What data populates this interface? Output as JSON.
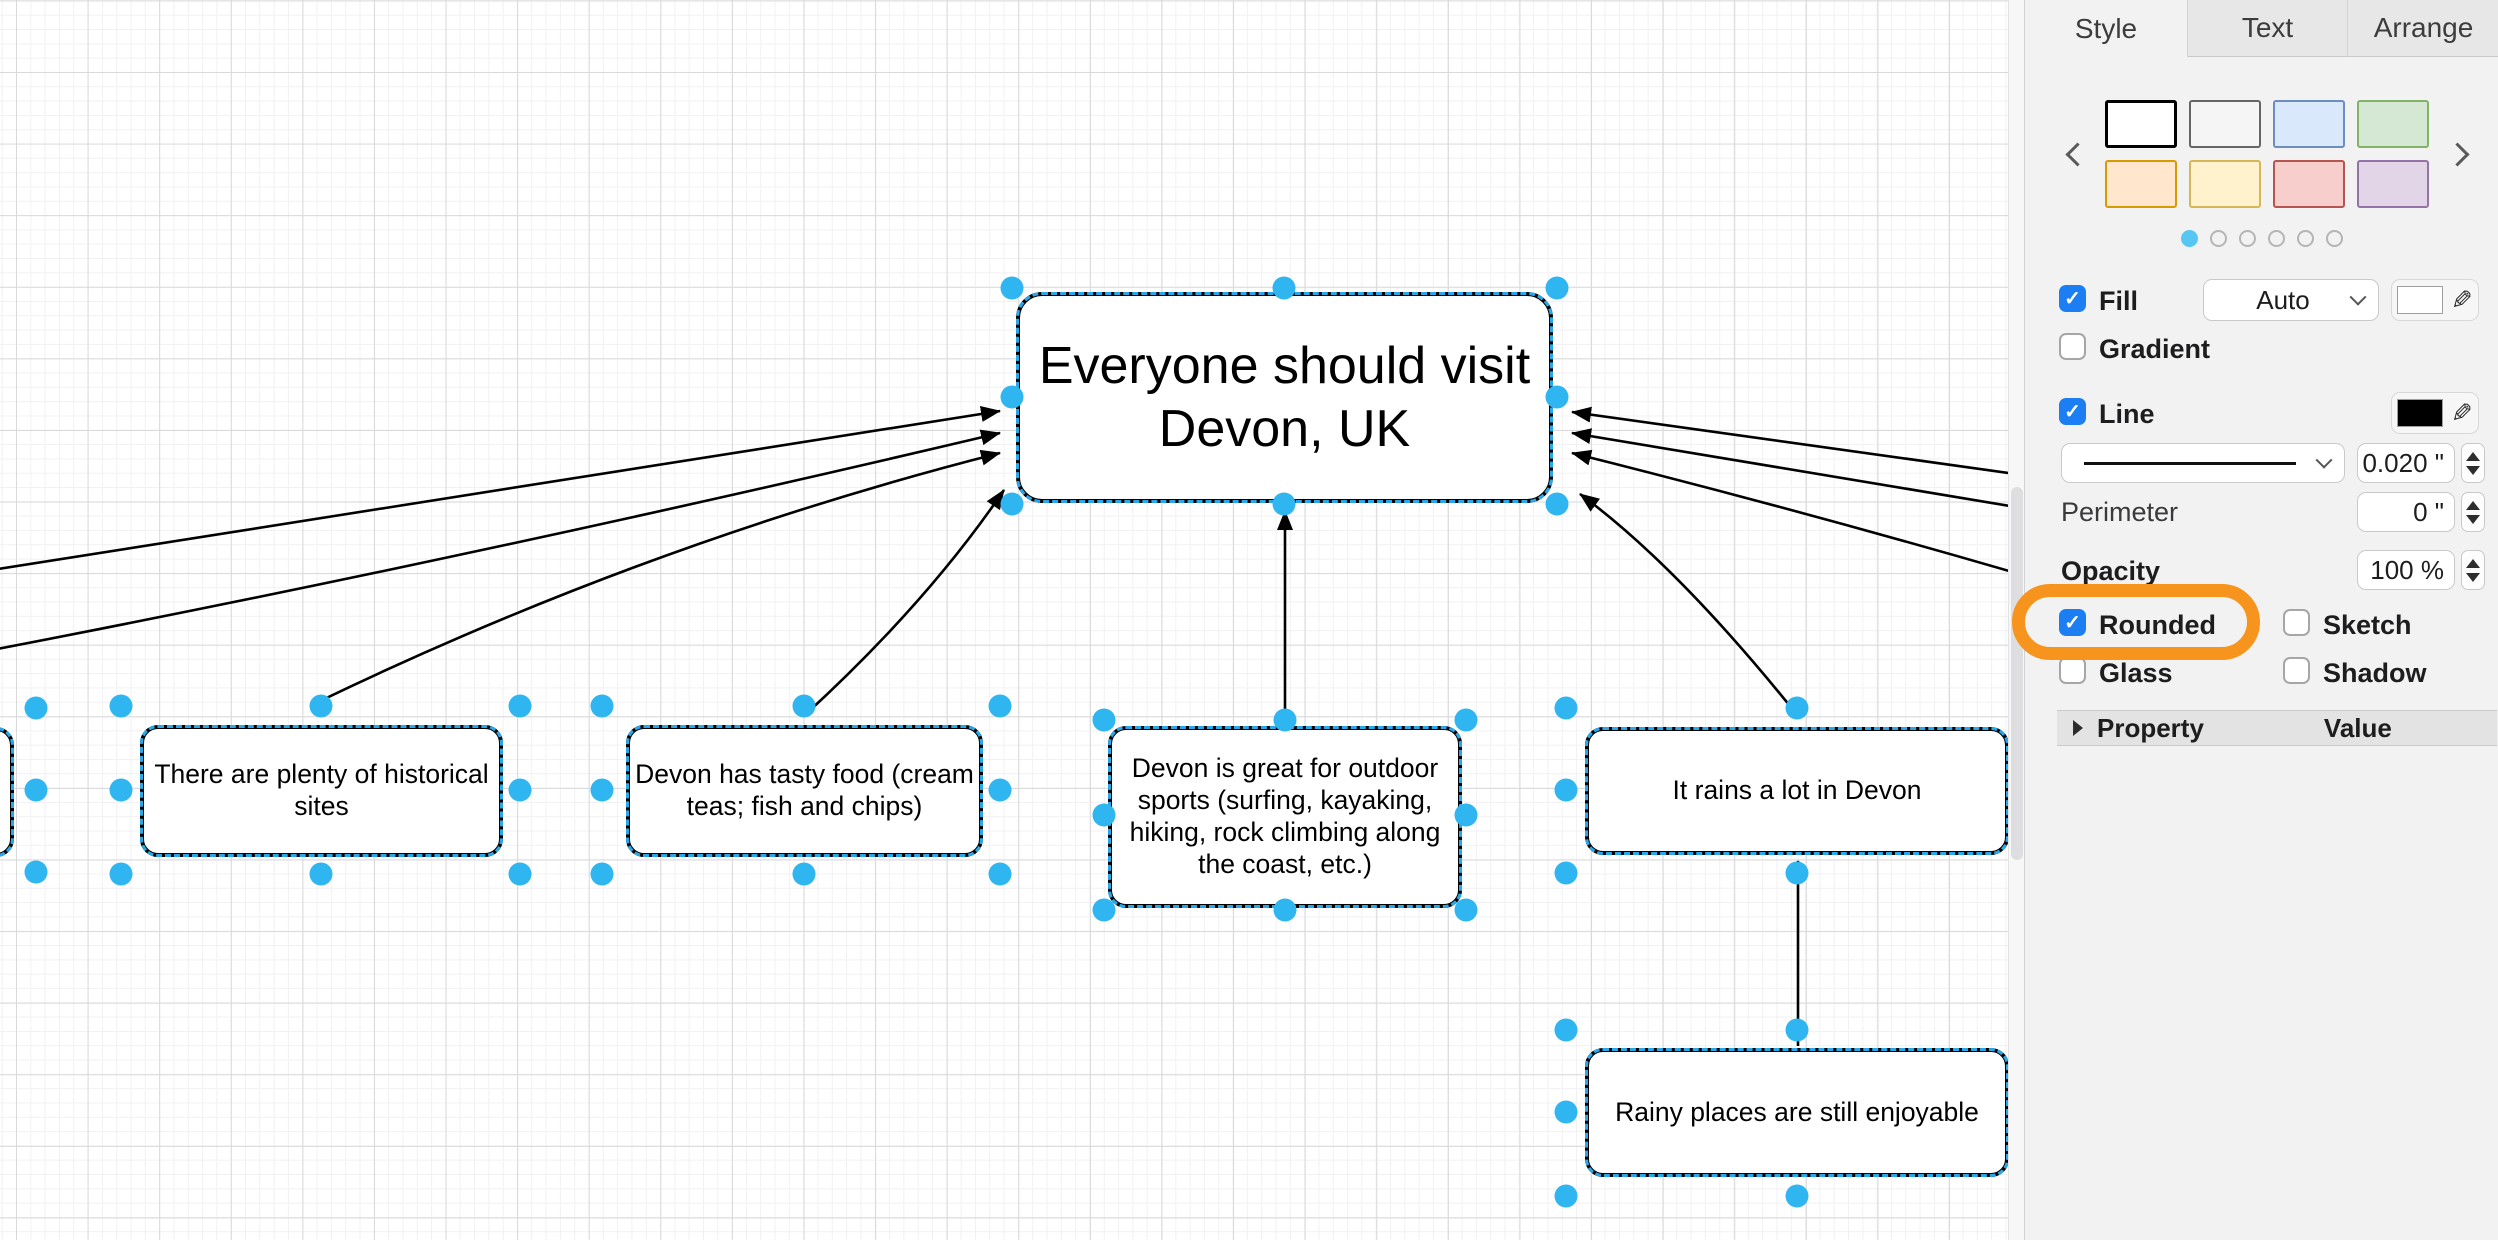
{
  "diagram": {
    "nodes": [
      {
        "id": "central",
        "text": "Everyone should visit Devon, UK"
      },
      {
        "id": "edge-left",
        "text": ""
      },
      {
        "id": "historical",
        "text": "There are plenty of historical sites"
      },
      {
        "id": "tasty",
        "text": "Devon has tasty food (cream teas; fish and chips)"
      },
      {
        "id": "outdoor",
        "text": "Devon is great for outdoor sports (surfing, kayaking, hiking, rock climbing along the coast, etc.)"
      },
      {
        "id": "rain",
        "text": "It rains a lot in Devon"
      },
      {
        "id": "rainy",
        "text": "Rainy places are still enjoyable"
      }
    ]
  },
  "format_panel": {
    "tabs": {
      "style": "Style",
      "text": "Text",
      "arrange": "Arrange"
    },
    "style_presets": [
      {
        "fill": "#FFFFFF",
        "stroke": "#000000"
      },
      {
        "fill": "#F5F5F5",
        "stroke": "#666666"
      },
      {
        "fill": "#DAE8FC",
        "stroke": "#6C8EBF"
      },
      {
        "fill": "#D5E8D4",
        "stroke": "#82B366"
      },
      {
        "fill": "#FFE6CC",
        "stroke": "#D79B00"
      },
      {
        "fill": "#FFF2CC",
        "stroke": "#D6B656"
      },
      {
        "fill": "#F8CECC",
        "stroke": "#B85450"
      },
      {
        "fill": "#E1D5E7",
        "stroke": "#9673A6"
      }
    ],
    "pager": {
      "count": 6,
      "active_index": 0
    },
    "fill": {
      "label": "Fill",
      "checked": true,
      "mode": "Auto",
      "color": "#FFFFFF"
    },
    "gradient": {
      "label": "Gradient",
      "checked": false
    },
    "line": {
      "label": "Line",
      "checked": true,
      "color": "#000000",
      "style": "solid",
      "width_display": "0.020 \""
    },
    "perimeter": {
      "label": "Perimeter",
      "value_display": "0 \""
    },
    "opacity": {
      "label": "Opacity",
      "value_display": "100 %"
    },
    "checkboxes": {
      "rounded": {
        "label": "Rounded",
        "checked": true,
        "highlighted": true
      },
      "sketch": {
        "label": "Sketch",
        "checked": false
      },
      "glass": {
        "label": "Glass",
        "checked": false
      },
      "shadow": {
        "label": "Shadow",
        "checked": false
      }
    },
    "properties_header": {
      "property": "Property",
      "value": "Value"
    }
  },
  "colors": {
    "selection_handle": "#2FB5F0",
    "selection_outline": "#2AA7E8",
    "highlight_ring": "#F7941E",
    "checkbox_checked": "#1B7EF2",
    "node_border": "#000000",
    "node_fill": "#FFFFFF"
  }
}
